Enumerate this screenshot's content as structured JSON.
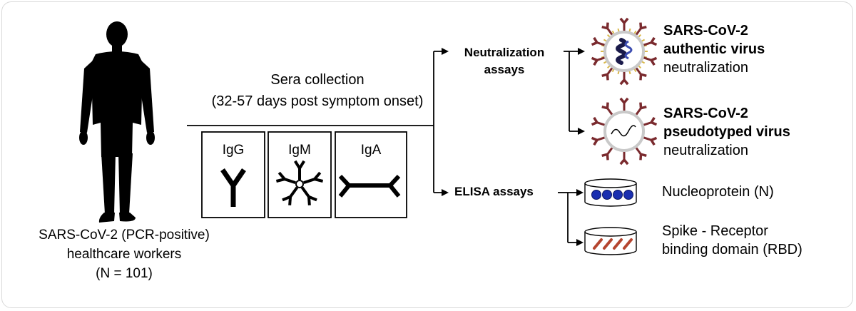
{
  "population": {
    "line1": "SARS-CoV-2 (PCR-positive)",
    "line2": "healthcare workers",
    "line3": "(N = 101)"
  },
  "sera": {
    "line1": "Sera collection",
    "line2": "(32-57 days post  symptom onset)"
  },
  "antibodies": [
    "IgG",
    "IgM",
    "IgA"
  ],
  "branches": {
    "neutralization": {
      "line1": "Neutralization",
      "line2": "assays"
    },
    "elisa": "ELISA assays"
  },
  "neutralization_outputs": [
    {
      "line1": "SARS-CoV-2",
      "line2": "authentic virus",
      "line3": "neutralization"
    },
    {
      "line1": "SARS-CoV-2",
      "line2": "pseudotyped virus",
      "line3": "neutralization"
    }
  ],
  "elisa_outputs": [
    {
      "line1": "Nucleoprotein (N)"
    },
    {
      "line1": "Spike - Receptor",
      "line2": "binding domain (RBD)"
    }
  ],
  "colors": {
    "spike": "#7a2a2e",
    "virus_ring": "#c9c9c9",
    "authentic_glow": "#d9b84a",
    "rna_dark": "#1a1a4a",
    "nucleoprotein_dot": "#1a2fb0",
    "rbd_dash": "#b5452f"
  }
}
